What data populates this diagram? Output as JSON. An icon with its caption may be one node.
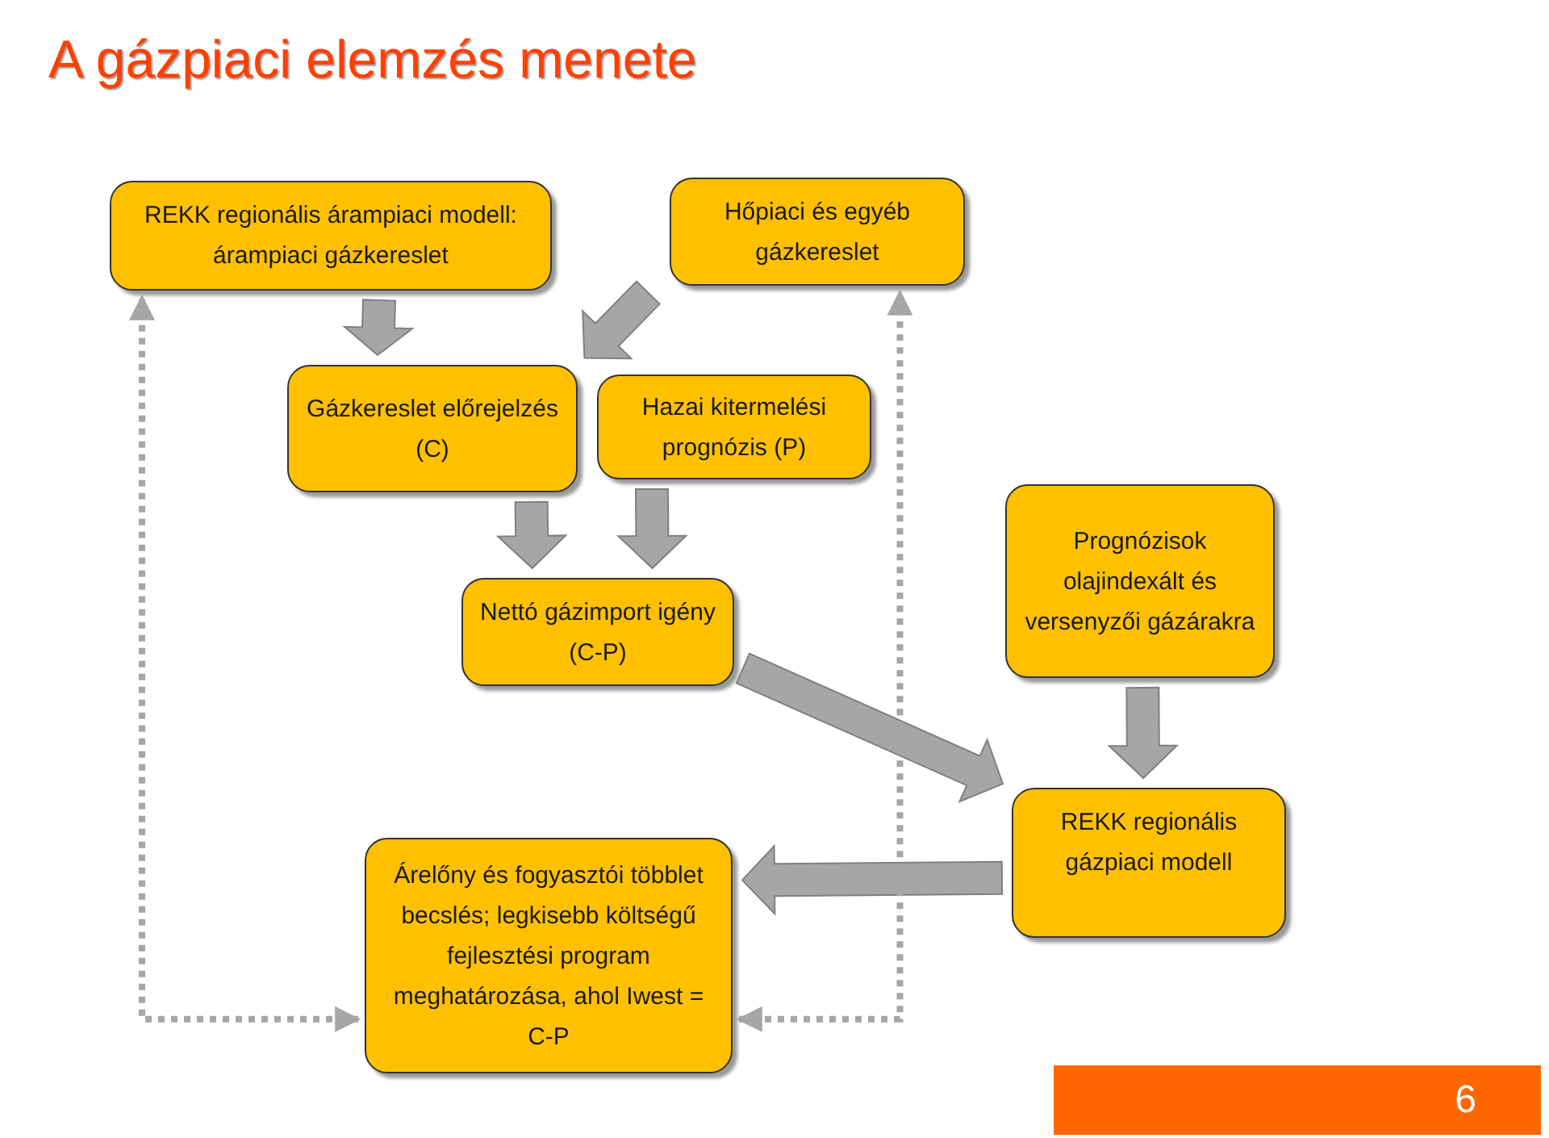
{
  "diagram": {
    "title": "A gázpiaci elemzés menete",
    "nodes": [
      {
        "text": [
          "REKK regionális árampiaci modell: árampiaci gázkereslet"
        ]
      },
      {
        "text": [
          "Hőpiaci és egyéb gázkereslet"
        ]
      },
      {
        "text": [
          "Gázkereslet előrejelzés (C)"
        ]
      },
      {
        "text": [
          "Hazai kitermelési prognózis (P)"
        ]
      },
      {
        "text": [
          "Nettó gázimport igény (C-P)"
        ]
      },
      {
        "text": [
          "Prognózisok olajindexált és versenyzői gázárakra"
        ]
      },
      {
        "text": [
          "REKK regionális gázpiaci modell"
        ]
      },
      {
        "text": [
          "Árelőny és fogyasztói többlet becslés; legkisebb költségű fejlesztési program meghatározása, ahol Iwest = C-P"
        ]
      }
    ],
    "edges": [
      {
        "from": 0,
        "to": 2,
        "arrow": "to"
      },
      {
        "from": 1,
        "to": 2,
        "arrow": "to"
      },
      {
        "from": 2,
        "to": 4,
        "arrow": "to"
      },
      {
        "from": 3,
        "to": 4,
        "arrow": "to"
      },
      {
        "from": 4,
        "to": 6,
        "arrow": "to"
      },
      {
        "from": 5,
        "to": 6,
        "arrow": "to"
      },
      {
        "from": 6,
        "to": 7,
        "arrow": "to"
      },
      {
        "from": 7,
        "to": 0,
        "arrow": "both",
        "style": "dashed"
      },
      {
        "from": 7,
        "to": 1,
        "arrow": "both",
        "style": "dashed"
      }
    ],
    "labels": [
      "6"
    ]
  }
}
